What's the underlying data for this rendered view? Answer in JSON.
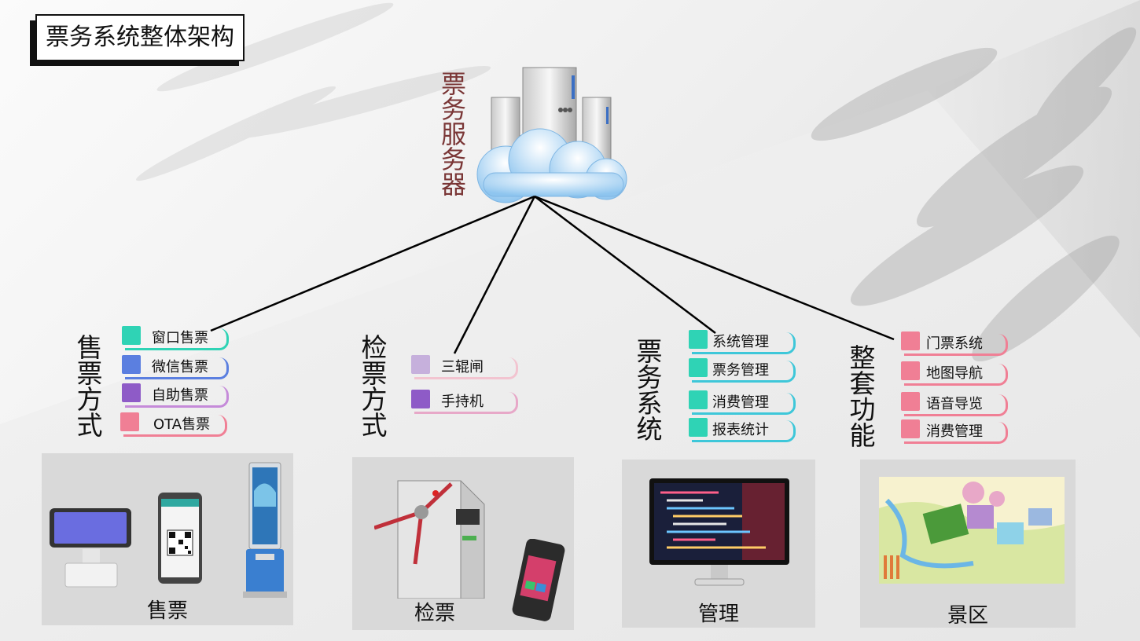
{
  "title": "票务系统整体架构",
  "server": {
    "label": "票务服务器"
  },
  "groups": [
    {
      "label": "售票方式",
      "items": [
        "窗口售票",
        "微信售票",
        "自助售票",
        "OTA售票"
      ]
    },
    {
      "label": "检票方式",
      "items": [
        "三辊闸",
        "手持机"
      ]
    },
    {
      "label": "票务系统",
      "items": [
        "系统管理",
        "票务管理",
        "消费管理",
        "报表统计"
      ]
    },
    {
      "label": "整套功能",
      "items": [
        "门票系统",
        "地图导航",
        "语音导览",
        "消费管理"
      ]
    }
  ],
  "panels": [
    {
      "caption": "售票"
    },
    {
      "caption": "检票"
    },
    {
      "caption": "管理"
    },
    {
      "caption": "景区"
    }
  ],
  "colors": {
    "teal": "#2fd3b5",
    "blue": "#5b7fe0",
    "purple": "#8e5bc7",
    "pink": "#f07f95",
    "lilac": "#c6b0dc"
  }
}
